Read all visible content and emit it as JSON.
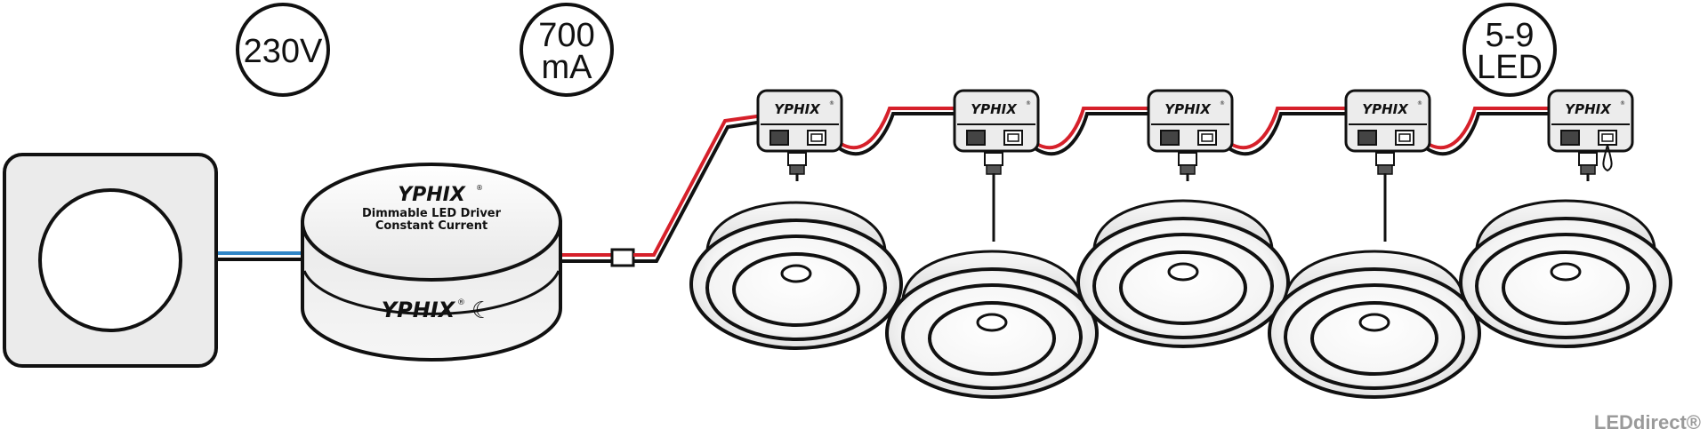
{
  "badges": {
    "voltage": "230V",
    "current_line1": "700",
    "current_line2": "mA",
    "count_line1": "5-9",
    "count_line2": "LED"
  },
  "driver": {
    "brand": "YPHIX",
    "line1": "Dimmable LED Driver",
    "line2": "Constant Current",
    "side_brand": "YPHIX",
    "side_symbol": "☾",
    "registered": "®"
  },
  "connectors": {
    "brand": "YPHIX",
    "registered": "®"
  },
  "footer": {
    "logo": "LEDdirect®"
  },
  "colors": {
    "mains_blue": "#2f86c8",
    "wire_red": "#d6202a",
    "wire_black": "#111111"
  }
}
